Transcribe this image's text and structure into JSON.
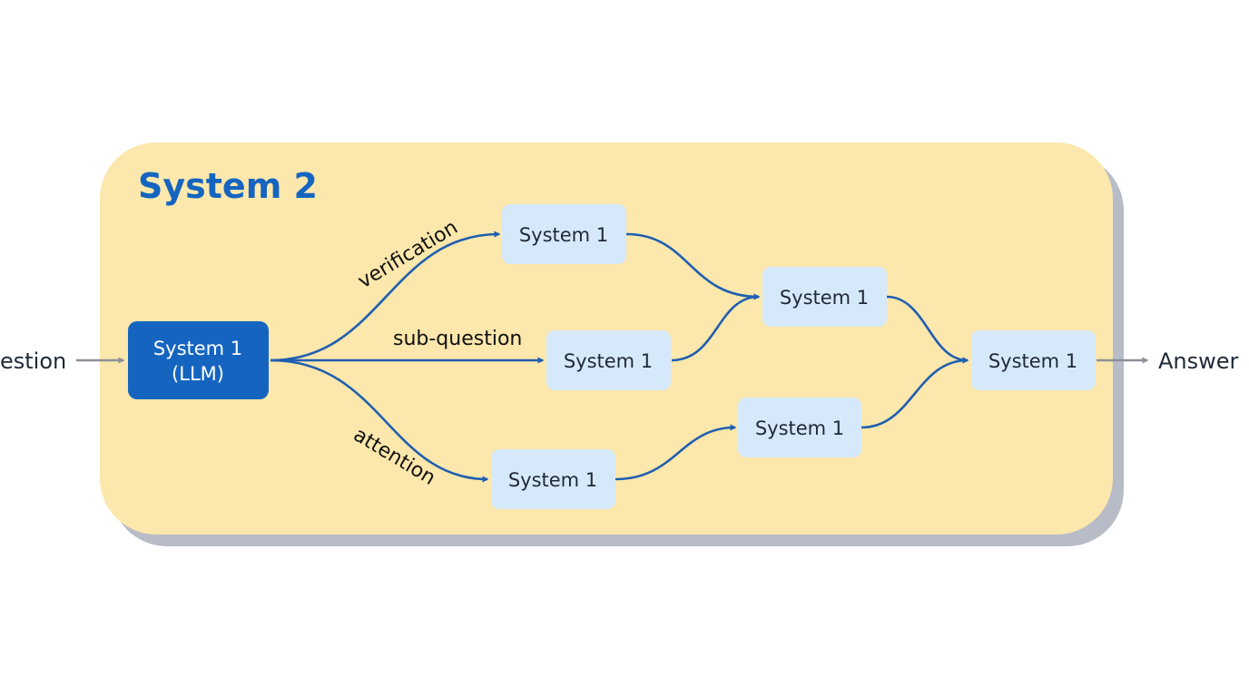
{
  "container": {
    "title": "System 2",
    "background": "#fce7ac",
    "shadow": "#b8bcc6"
  },
  "colors": {
    "primary_node": "#1565c0",
    "node": "#d6e9fb",
    "edge": "#1f5fb0",
    "io_edge": "#8a9099"
  },
  "input_label": "estion",
  "output_label": "Answer",
  "nodes": {
    "llm": {
      "line1": "System 1",
      "line2": "(LLM)"
    },
    "verification_node": {
      "label": "System 1"
    },
    "subquestion_node": {
      "label": "System 1"
    },
    "attention_node": {
      "label": "System 1"
    },
    "merge_top": {
      "label": "System 1"
    },
    "merge_bottom": {
      "label": "System 1"
    },
    "final": {
      "label": "System 1"
    }
  },
  "edge_labels": {
    "verification": "verification",
    "subquestion": "sub-question",
    "attention": "attention"
  }
}
